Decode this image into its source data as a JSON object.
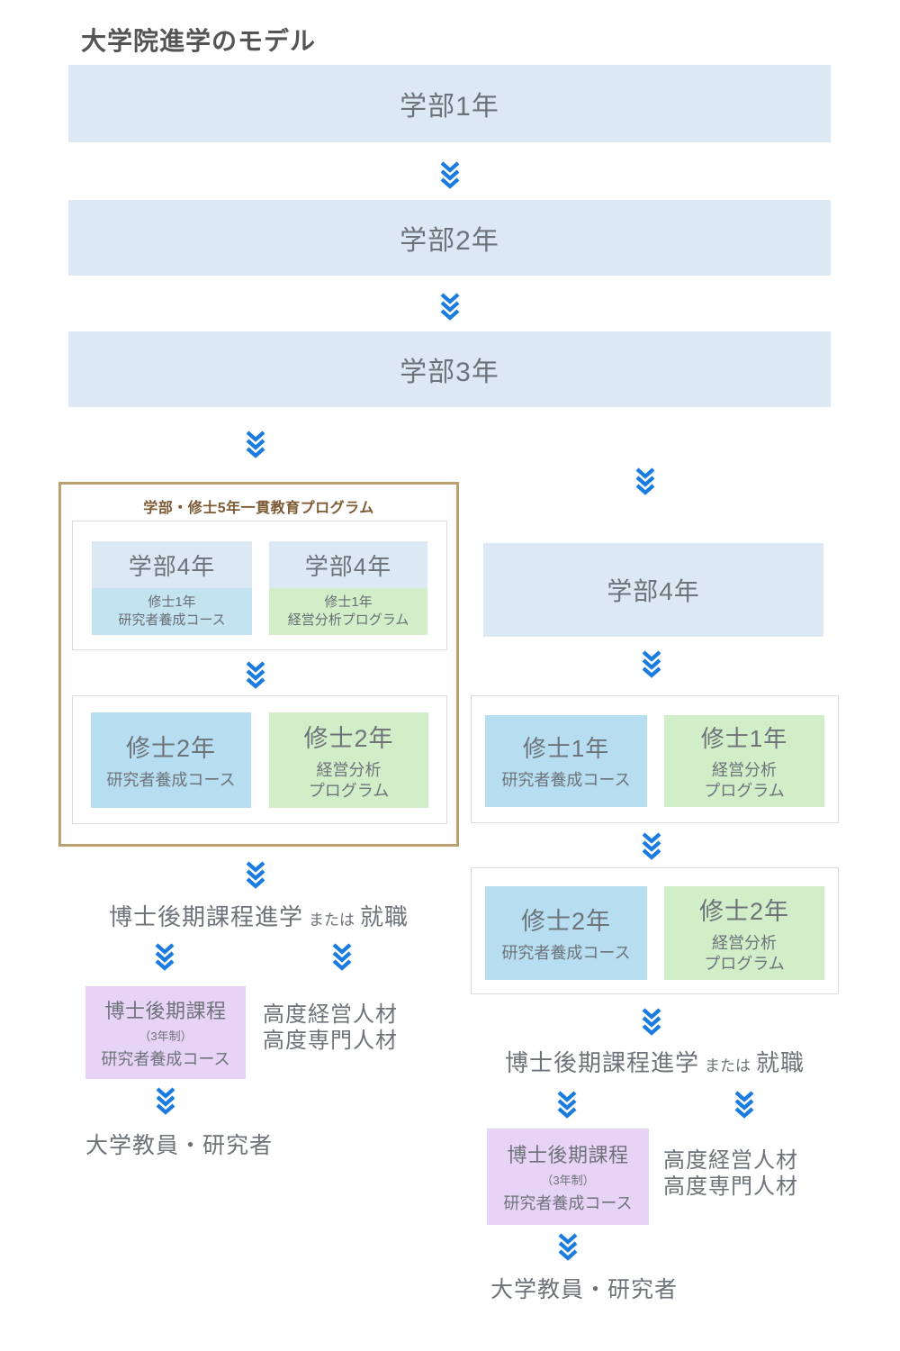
{
  "title": "大学院進学のモデル",
  "colors": {
    "light_blue": "#dce9f5",
    "course_blue": "#b7def0",
    "course_blue_light": "#c3e3f1",
    "program_green": "#d2eec8",
    "doctoral_purple": "#e7d3f6",
    "arrow_blue": "#1a7be0",
    "frame_tan": "#bda070",
    "program_title_brown": "#7d5c35",
    "text_gray": "#6e737a",
    "box_border_gray": "#dcdcdc"
  },
  "top_bars": [
    {
      "label": "学部1年"
    },
    {
      "label": "学部2年"
    },
    {
      "label": "学部3年"
    }
  ],
  "left_path": {
    "program": {
      "title": "学部・修士5年一貫教育プログラム",
      "stage1": {
        "research": {
          "year": "学部4年",
          "sub1": "修士1年",
          "sub2": "研究者養成コース"
        },
        "business": {
          "year": "学部4年",
          "sub1": "修士1年",
          "sub2": "経営分析プログラム"
        }
      },
      "stage2": {
        "research": {
          "title": "修士2年",
          "sub1": "研究者養成コース"
        },
        "business": {
          "title": "修士2年",
          "sub1": "経営分析",
          "sub2": "プログラム"
        }
      }
    },
    "outcome": {
      "main": "博士後期課程進学",
      "connector": "または",
      "alt": "就職"
    },
    "doctoral_box": {
      "title": "博士後期課程",
      "duration": "（3年制）",
      "course": "研究者養成コース"
    },
    "talent": {
      "line1": "高度経営人材",
      "line2": "高度専門人材"
    },
    "final_outcome": "大学教員・研究者"
  },
  "right_path": {
    "year4_label": "学部4年",
    "stage1": {
      "research": {
        "title": "修士1年",
        "sub1": "研究者養成コース"
      },
      "business": {
        "title": "修士1年",
        "sub1": "経営分析",
        "sub2": "プログラム"
      }
    },
    "stage2": {
      "research": {
        "title": "修士2年",
        "sub1": "研究者養成コース"
      },
      "business": {
        "title": "修士2年",
        "sub1": "経営分析",
        "sub2": "プログラム"
      }
    },
    "outcome": {
      "main": "博士後期課程進学",
      "connector": "または",
      "alt": "就職"
    },
    "doctoral_box": {
      "title": "博士後期課程",
      "duration": "（3年制）",
      "course": "研究者養成コース"
    },
    "talent": {
      "line1": "高度経営人材",
      "line2": "高度専門人材"
    },
    "final_outcome": "大学教員・研究者"
  }
}
